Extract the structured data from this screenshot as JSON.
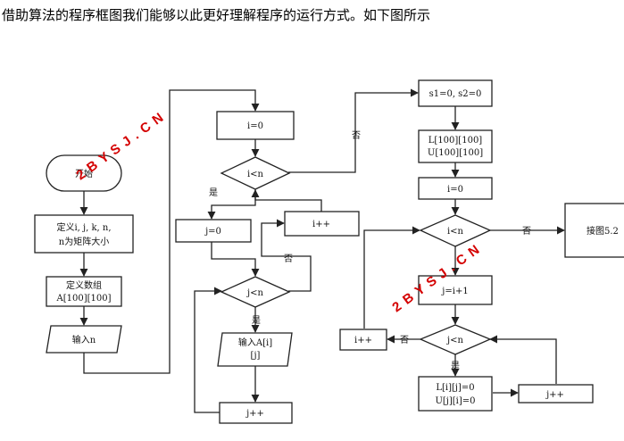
{
  "intro_text": "借助算法的程序框图我们能够以此更好理解程序的运行方式。如下图所示",
  "watermarks": [
    "2 B Y S J . C N",
    "2 B Y S J . C N"
  ],
  "nodes": {
    "start": "开始",
    "define_vars": [
      "定义i, j, k, n,",
      "n为矩阵大小"
    ],
    "define_array": [
      "定义数组",
      "A[100][100]"
    ],
    "input_n": "输入n",
    "left_i0": "i=0",
    "left_cond_i": "i<n",
    "left_j0": "j=0",
    "left_iinc": "i++",
    "left_cond_j": "j<n",
    "left_input_aij": [
      "输入A[i]",
      "[j]"
    ],
    "left_jinc": "j++",
    "right_s_init": "s1=0, s2=0",
    "right_lu": [
      "L[100][100]",
      "U[100][100]"
    ],
    "right_i0": "i=0",
    "right_cond_i": "i<n",
    "right_goto": "接图5.2",
    "right_j_init": "j=i+1",
    "right_cond_j": "j<n",
    "right_iinc": "i++",
    "right_lu_init": [
      "L[i][j]=0",
      "U[j][i]=0"
    ],
    "right_jinc": "j++"
  },
  "edge_labels": {
    "no": "否",
    "yes": "是"
  }
}
